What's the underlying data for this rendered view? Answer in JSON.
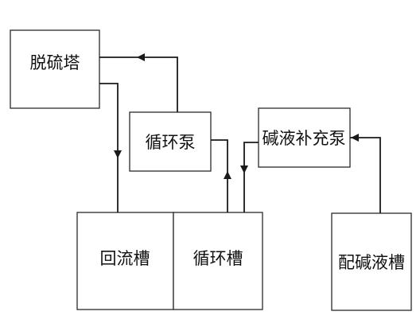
{
  "diagram": {
    "nodes": {
      "desulfurization_tower": "脱硫塔",
      "circulation_pump": "循环泵",
      "lye_replenish_pump": "碱液补充泵",
      "reflux_tank": "回流槽",
      "circulation_tank": "循环槽",
      "lye_prep_tank": "配碱液槽"
    }
  }
}
